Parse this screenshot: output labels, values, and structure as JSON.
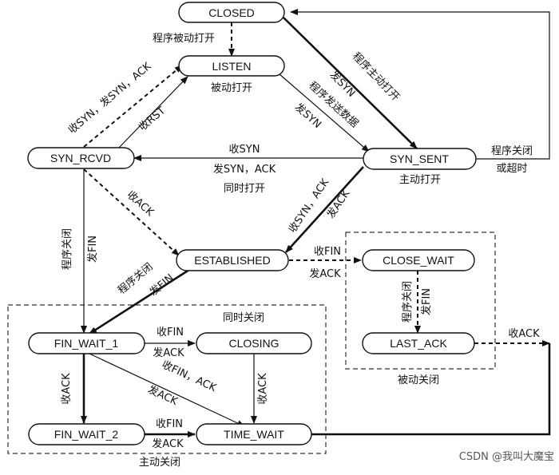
{
  "states": {
    "closed": "CLOSED",
    "listen": "LISTEN",
    "syn_rcvd": "SYN_RCVD",
    "syn_sent": "SYN_SENT",
    "established": "ESTABLISHED",
    "close_wait": "CLOSE_WAIT",
    "last_ack": "LAST_ACK",
    "fin_wait_1": "FIN_WAIT_1",
    "closing": "CLOSING",
    "fin_wait_2": "FIN_WAIT_2",
    "time_wait": "TIME_WAIT"
  },
  "transitions": {
    "closed_listen": "程序被动打开",
    "listen_note": "被动打开",
    "syn_rcvd_listen": "收SYN，发SYN，ACK",
    "syn_rcvd_rst": "收RST",
    "closed_syn_sent_1": "程序主动打开",
    "closed_syn_sent_2": "发SYN",
    "listen_syn_sent_1": "程序发送数据",
    "listen_syn_sent_2": "发SYN",
    "simul_open_1": "收SYN",
    "simul_open_2": "发SYN，ACK",
    "simul_open_3": "同时打开",
    "syn_sent_note": "主动打开",
    "syn_sent_close_1": "程序关闭",
    "syn_sent_close_2": "或超时",
    "syn_sent_est_1": "收SYN，ACK",
    "syn_sent_est_2": "发ACK",
    "syn_rcvd_est": "收ACK",
    "syn_rcvd_fin_1": "程序关闭",
    "syn_rcvd_fin_2": "发FIN",
    "est_fin_1": "程序关闭",
    "est_fin_2": "发FIN",
    "est_close_wait_1": "收FIN",
    "est_close_wait_2": "发ACK",
    "close_wait_last_1": "程序关闭",
    "close_wait_last_2": "发FIN",
    "last_ack_closed": "收ACK",
    "fin1_closing_1": "收FIN",
    "fin1_closing_2": "发ACK",
    "fin1_fin2": "收ACK",
    "fin1_time_wait_1": "收FIN，ACK",
    "fin1_time_wait_2": "发ACK",
    "closing_time_wait": "收ACK",
    "fin2_time_wait_1": "收FIN",
    "fin2_time_wait_2": "发ACK"
  },
  "regions": {
    "simul_close": "同时关闭",
    "active_close": "主动关闭",
    "passive_close": "被动关闭"
  },
  "watermark": "CSDN @我叫大魔宝",
  "colors": {
    "ink": "#111111",
    "background": "#ffffff",
    "watermark": "#555555"
  }
}
